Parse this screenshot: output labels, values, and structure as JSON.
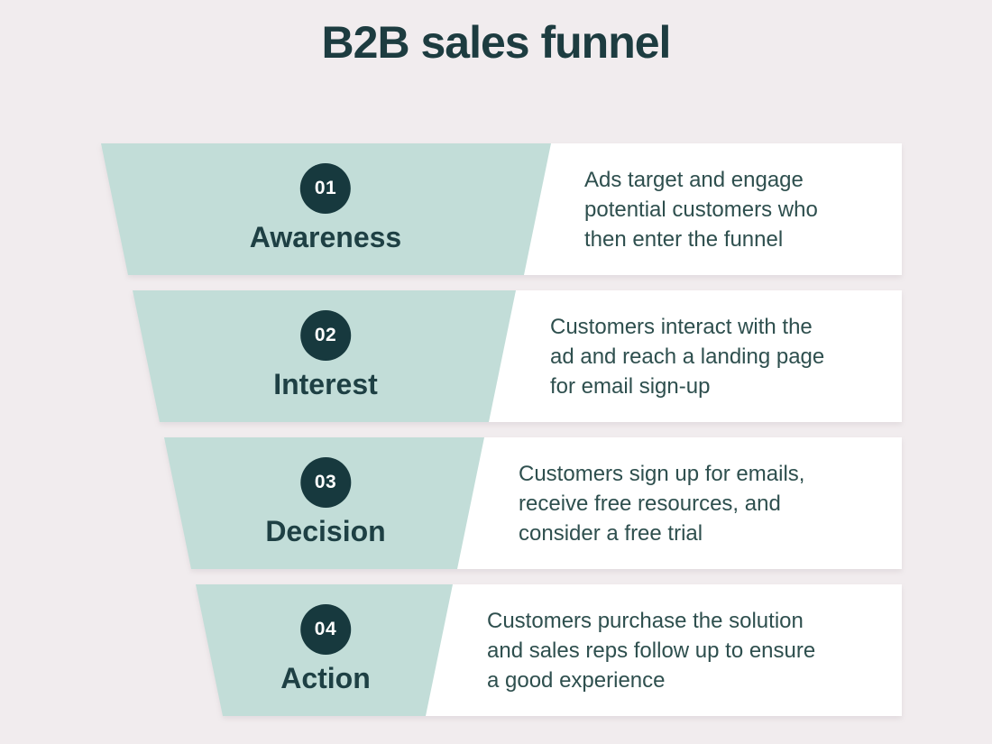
{
  "title": "B2B sales funnel",
  "colors": {
    "background": "#f1ecee",
    "funnel_fill": "#c2ddd8",
    "badge_fill": "#17393e",
    "badge_text": "#ffffff",
    "heading_text": "#1d3c40",
    "body_text": "#2e4f4e",
    "card_fill": "#ffffff"
  },
  "stages": [
    {
      "number": "01",
      "label": "Awareness",
      "description": "Ads target and engage\npotential customers who\nthen enter the funnel"
    },
    {
      "number": "02",
      "label": "Interest",
      "description": "Customers interact with the\nad and reach a landing page\nfor email sign-up"
    },
    {
      "number": "03",
      "label": "Decision",
      "description": "Customers sign up for emails,\nreceive free resources, and\nconsider a free trial"
    },
    {
      "number": "04",
      "label": "Action",
      "description": "Customers purchase the solution\nand sales reps follow up to ensure\na good experience"
    }
  ]
}
